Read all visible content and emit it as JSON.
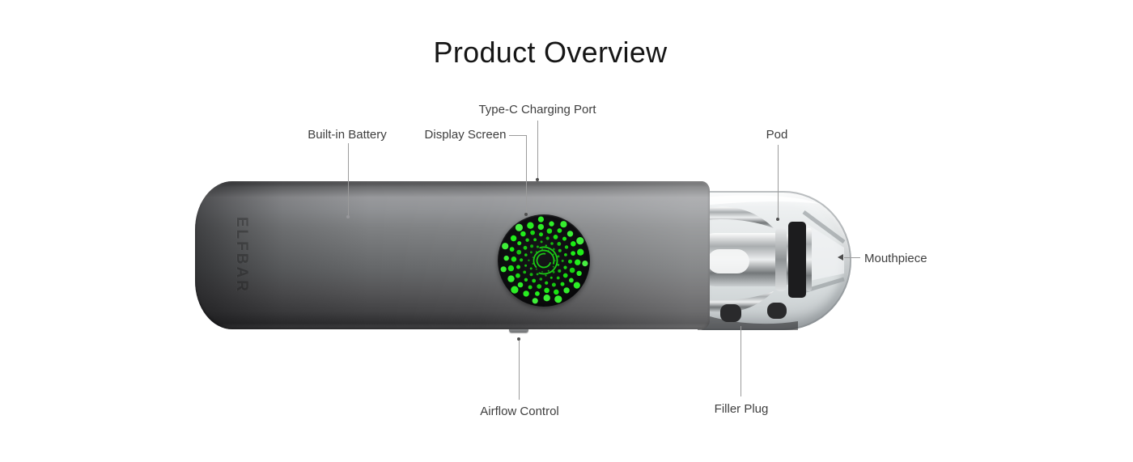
{
  "title": "Product Overview",
  "device": {
    "brand": "ELFBAR"
  },
  "callouts": [
    {
      "id": "type-c-charging-port",
      "label": "Type-C Charging Port"
    },
    {
      "id": "built-in-battery",
      "label": "Built-in Battery"
    },
    {
      "id": "display-screen",
      "label": "Display Screen"
    },
    {
      "id": "pod",
      "label": "Pod"
    },
    {
      "id": "mouthpiece",
      "label": "Mouthpiece"
    },
    {
      "id": "airflow-control",
      "label": "Airflow Control"
    },
    {
      "id": "filler-plug",
      "label": "Filler Plug"
    }
  ],
  "colors": {
    "background": "#ffffff",
    "display_green": "#35d42c",
    "body_silver": "#7e8082",
    "pod_glass": "#e6e9ea",
    "label_text": "#3e3e3e",
    "leader_line": "#9b9b9b",
    "title_text": "#161616"
  }
}
